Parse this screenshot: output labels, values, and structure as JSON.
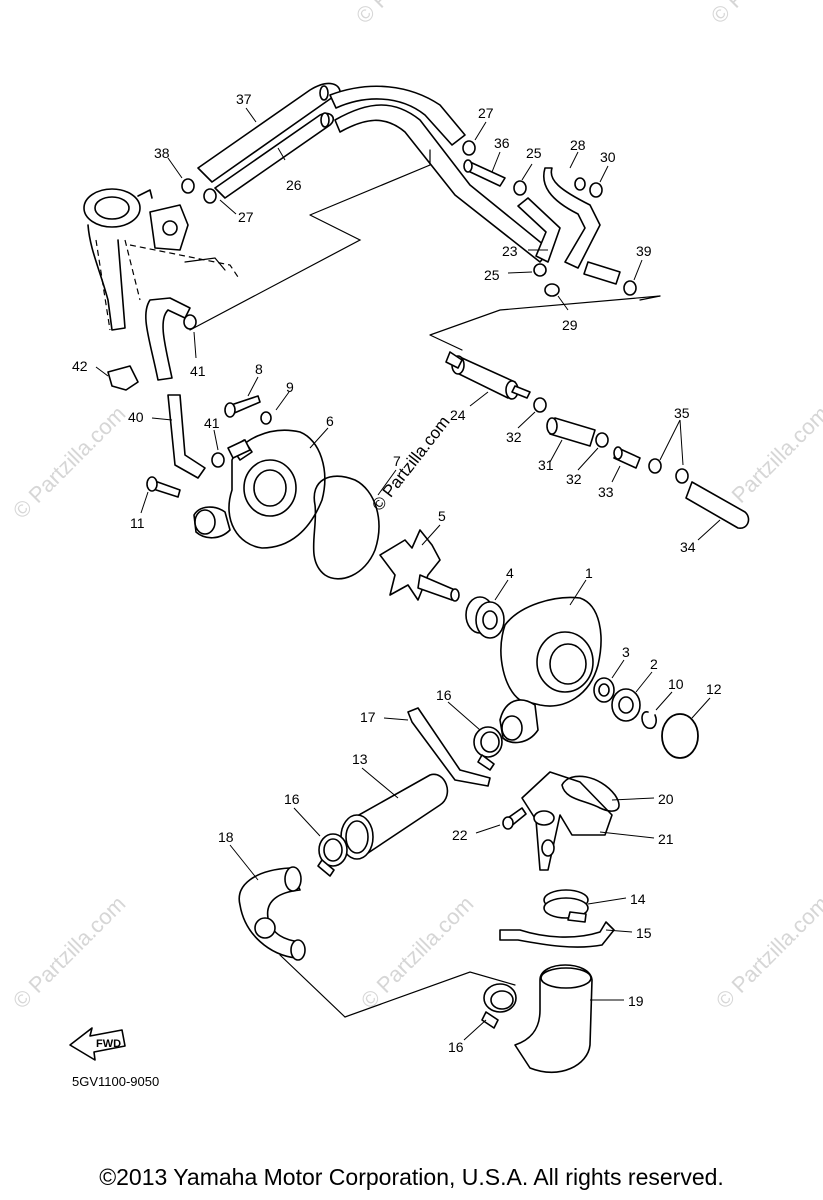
{
  "diagram": {
    "part_code": "5GV1100-9050",
    "direction_label": "FWD",
    "watermark": "© Partzilla.com",
    "callouts": {
      "c1": "1",
      "c2": "2",
      "c3": "3",
      "c4": "4",
      "c5": "5",
      "c6": "6",
      "c7": "7",
      "c8": "8",
      "c9": "9",
      "c10": "10",
      "c11": "11",
      "c12": "12",
      "c13": "13",
      "c14": "14",
      "c15": "15",
      "c16a": "16",
      "c16b": "16",
      "c16c": "16",
      "c17": "17",
      "c18": "18",
      "c19": "19",
      "c20": "20",
      "c21": "21",
      "c22": "22",
      "c23": "23",
      "c24": "24",
      "c25a": "25",
      "c25b": "25",
      "c26": "26",
      "c27a": "27",
      "c27b": "27",
      "c28": "28",
      "c29": "29",
      "c30": "30",
      "c31": "31",
      "c32a": "32",
      "c32b": "32",
      "c33": "33",
      "c34": "34",
      "c35": "35",
      "c36": "36",
      "c37": "37",
      "c38": "38",
      "c39": "39",
      "c40": "40",
      "c41a": "41",
      "c41b": "41",
      "c42": "42"
    }
  },
  "footer": {
    "copyright": "©2013  Yamaha Motor Corporation, U.S.A. All rights reserved."
  }
}
